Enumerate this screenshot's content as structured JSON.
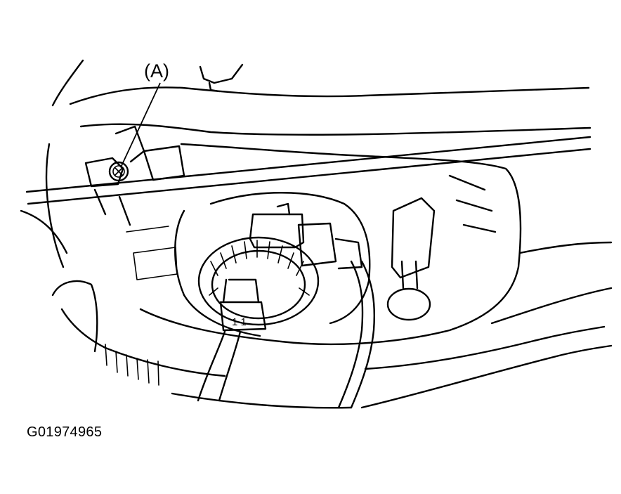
{
  "callout": {
    "label": "(A)"
  },
  "connector": {
    "marking": "1 1"
  },
  "figure": {
    "id": "G01974965"
  }
}
